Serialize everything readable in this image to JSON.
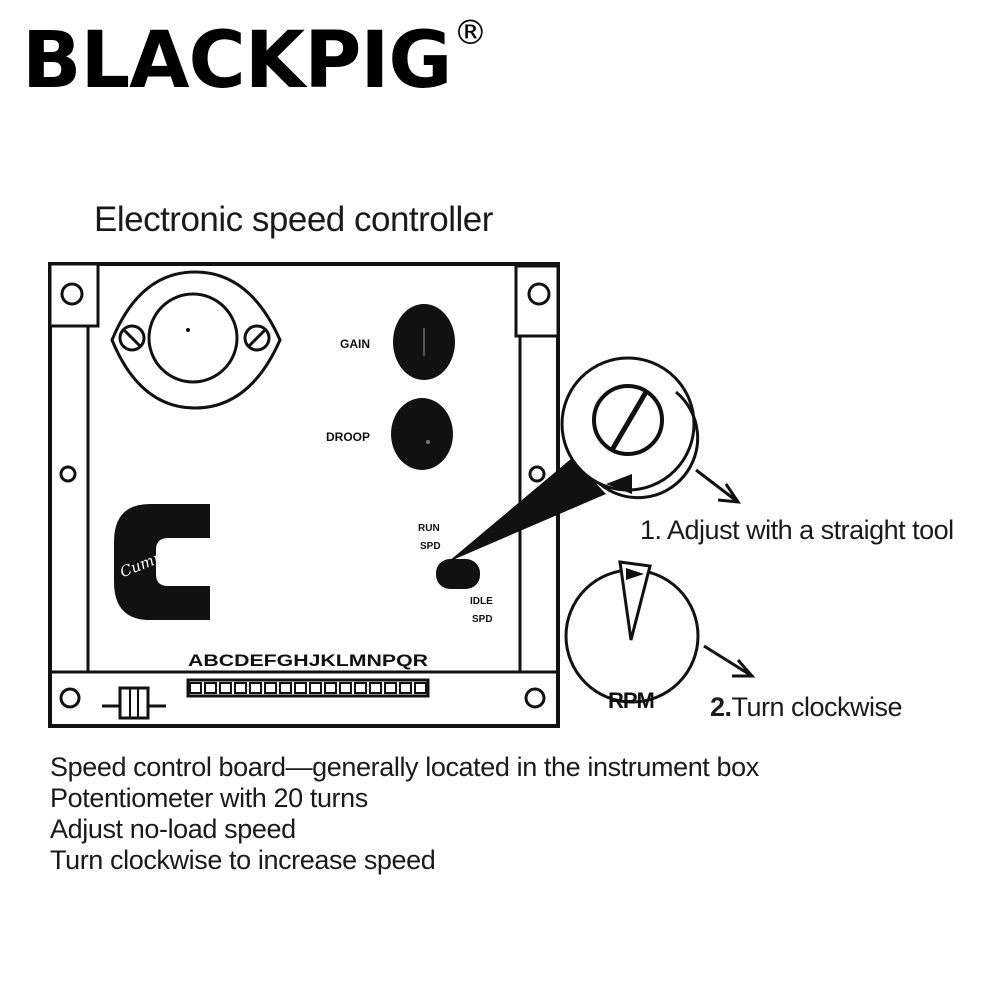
{
  "brand": {
    "name": "BLACKPIG",
    "mark": "®"
  },
  "title": "Electronic speed controller",
  "board": {
    "gain_label": "GAIN",
    "droop_label": "DROOP",
    "run_label_1": "RUN",
    "run_label_2": "SPD",
    "idle_label_1": "IDLE",
    "idle_label_2": "SPD",
    "logo_text": "Cummins",
    "terminal_letters": "ABCDEFGHJKLMNPQR"
  },
  "callouts": {
    "step1": "1. Adjust with a straight tool",
    "step2_num": "2.",
    "step2_text": "Turn clockwise",
    "rpm_label": "RPM"
  },
  "description": {
    "line1": "Speed control board—generally located in the instrument box",
    "line2": "Potentiometer with 20 turns",
    "line3": "Adjust no-load speed",
    "line4": "Turn clockwise to increase speed"
  }
}
